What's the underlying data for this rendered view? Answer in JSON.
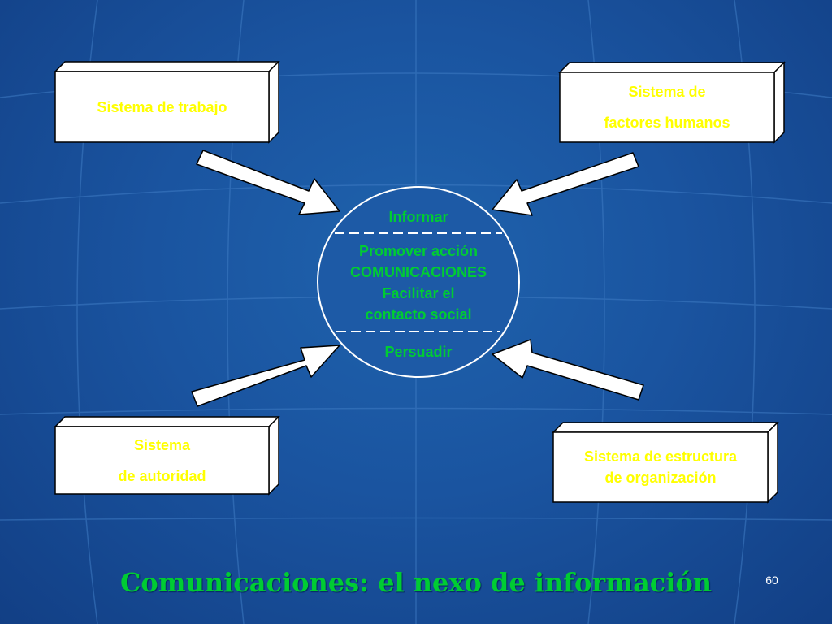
{
  "boxes": {
    "trabajo": {
      "lines": [
        "Sistema de trabajo"
      ]
    },
    "factores": {
      "lines": [
        "Sistema de",
        "factores humanos"
      ]
    },
    "autoridad": {
      "lines": [
        "Sistema",
        "de autoridad"
      ]
    },
    "estructura": {
      "lines": [
        "Sistema de estructura",
        "de organización"
      ]
    }
  },
  "center": {
    "top": "Informar",
    "middle": [
      "Promover acción",
      "COMUNICACIONES",
      "Facilitar el",
      "contacto social"
    ],
    "bottom": "Persuadir"
  },
  "title": "Comunicaciones: el nexo de información",
  "page_number": "60",
  "colors": {
    "box_text": "#ffff00",
    "center_text": "#00cc33",
    "title_text": "#00cc33",
    "box_fill": "#ffffff",
    "outline": "#000000"
  }
}
